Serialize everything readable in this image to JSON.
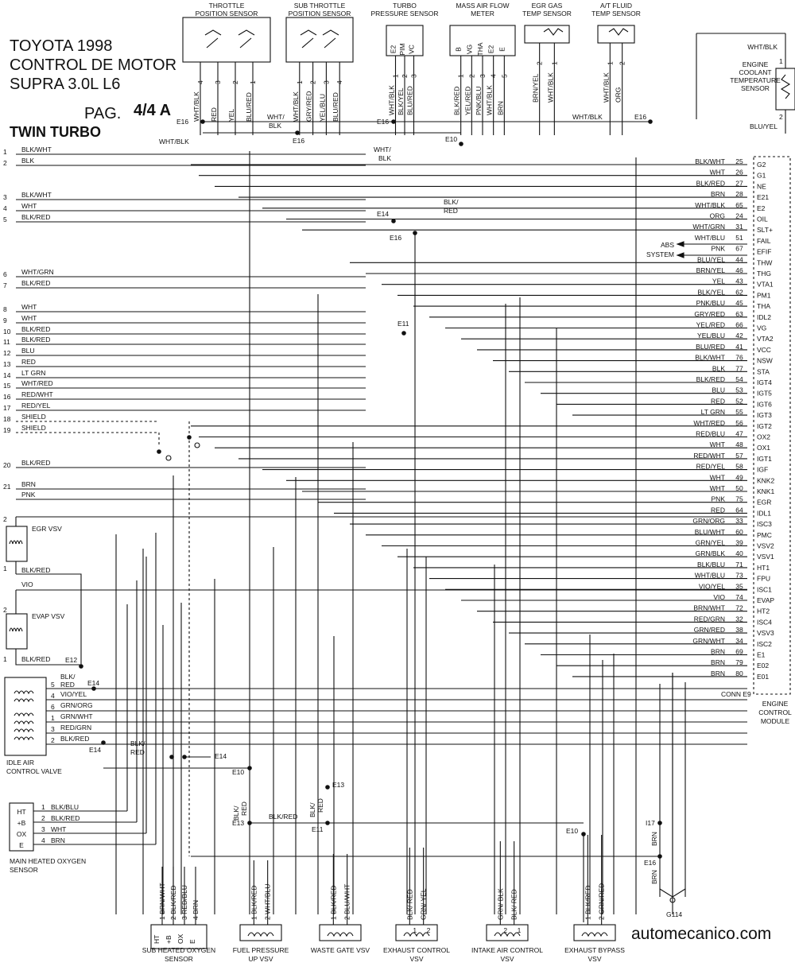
{
  "header": {
    "line1": "TOYOTA 1998",
    "line2": "CONTROL DE MOTOR",
    "line3": "SUPRA 3.0L L6",
    "pag_label": "PAG.",
    "pag_number": "4/4 A",
    "variant": "TWIN TURBO"
  },
  "footer": {
    "brand": "automecanico.com"
  },
  "ecm": {
    "title": [
      "ENGINE",
      "CONTROL",
      "MODULE"
    ],
    "connector": "CONN E9",
    "pins": [
      {
        "wire": "BLK/WHT",
        "num": "25",
        "name": "G2"
      },
      {
        "wire": "WHT",
        "num": "26",
        "name": "G1"
      },
      {
        "wire": "BLK/RED",
        "num": "27",
        "name": "NE"
      },
      {
        "wire": "BRN",
        "num": "28",
        "name": "E21"
      },
      {
        "wire": "WHT/BLK",
        "num": "65",
        "name": "E2"
      },
      {
        "wire": "ORG",
        "num": "24",
        "name": "OIL"
      },
      {
        "wire": "WHT/GRN",
        "num": "31",
        "name": "SLT+"
      },
      {
        "wire": "WHT/BLU",
        "num": "51",
        "name": "FAIL"
      },
      {
        "wire": "PNK",
        "num": "67",
        "name": "EFIF"
      },
      {
        "wire": "BLU/YEL",
        "num": "44",
        "name": "THW"
      },
      {
        "wire": "BRN/YEL",
        "num": "46",
        "name": "THG"
      },
      {
        "wire": "YEL",
        "num": "43",
        "name": "VTA1"
      },
      {
        "wire": "BLK/YEL",
        "num": "62",
        "name": "PM1"
      },
      {
        "wire": "PNK/BLU",
        "num": "45",
        "name": "THA"
      },
      {
        "wire": "GRY/RED",
        "num": "63",
        "name": "IDL2"
      },
      {
        "wire": "YEL/RED",
        "num": "66",
        "name": "VG"
      },
      {
        "wire": "YEL/BLU",
        "num": "42",
        "name": "VTA2"
      },
      {
        "wire": "BLU/RED",
        "num": "41",
        "name": "VCC"
      },
      {
        "wire": "BLK/WHT",
        "num": "76",
        "name": "NSW"
      },
      {
        "wire": "BLK",
        "num": "77",
        "name": "STA"
      },
      {
        "wire": "BLK/RED",
        "num": "54",
        "name": "IGT4"
      },
      {
        "wire": "BLU",
        "num": "53",
        "name": "IGT5"
      },
      {
        "wire": "RED",
        "num": "52",
        "name": "IGT6"
      },
      {
        "wire": "LT GRN",
        "num": "55",
        "name": "IGT3"
      },
      {
        "wire": "WHT/RED",
        "num": "56",
        "name": "IGT2"
      },
      {
        "wire": "RED/BLU",
        "num": "47",
        "name": "OX2"
      },
      {
        "wire": "WHT",
        "num": "48",
        "name": "OX1"
      },
      {
        "wire": "RED/WHT",
        "num": "57",
        "name": "IGT1"
      },
      {
        "wire": "RED/YEL",
        "num": "58",
        "name": "IGF"
      },
      {
        "wire": "WHT",
        "num": "49",
        "name": "KNK2"
      },
      {
        "wire": "WHT",
        "num": "50",
        "name": "KNK1"
      },
      {
        "wire": "PNK",
        "num": "75",
        "name": "EGR"
      },
      {
        "wire": "RED",
        "num": "64",
        "name": "IDL1"
      },
      {
        "wire": "GRN/ORG",
        "num": "33",
        "name": "ISC3"
      },
      {
        "wire": "BLU/WHT",
        "num": "60",
        "name": "PMC"
      },
      {
        "wire": "GRN/YEL",
        "num": "39",
        "name": "VSV2"
      },
      {
        "wire": "GRN/BLK",
        "num": "40",
        "name": "VSV1"
      },
      {
        "wire": "BLK/BLU",
        "num": "71",
        "name": "HT1"
      },
      {
        "wire": "WHT/BLU",
        "num": "73",
        "name": "FPU"
      },
      {
        "wire": "VIO/YEL",
        "num": "35",
        "name": "ISC1"
      },
      {
        "wire": "VIO",
        "num": "74",
        "name": "EVAP"
      },
      {
        "wire": "BRN/WHT",
        "num": "72",
        "name": "HT2"
      },
      {
        "wire": "RED/GRN",
        "num": "32",
        "name": "ISC4"
      },
      {
        "wire": "GRN/RED",
        "num": "38",
        "name": "VSV3"
      },
      {
        "wire": "GRN/WHT",
        "num": "34",
        "name": "ISC2"
      },
      {
        "wire": "BRN",
        "num": "69",
        "name": "E1"
      },
      {
        "wire": "BRN",
        "num": "79",
        "name": "E02"
      },
      {
        "wire": "BRN",
        "num": "80",
        "name": "E01"
      }
    ],
    "abs_label": [
      "ABS",
      "SYSTEM"
    ]
  },
  "left_wires": [
    {
      "num": "1",
      "label": "BLK/WHT"
    },
    {
      "num": "2",
      "label": "BLK"
    },
    {
      "num": "3",
      "label": "BLK/WHT"
    },
    {
      "num": "4",
      "label": "WHT"
    },
    {
      "num": "5",
      "label": "BLK/RED"
    },
    {
      "num": "6",
      "label": "WHT/GRN"
    },
    {
      "num": "7",
      "label": "BLK/RED"
    },
    {
      "num": "8",
      "label": "WHT"
    },
    {
      "num": "9",
      "label": "WHT"
    },
    {
      "num": "10",
      "label": "BLK/RED"
    },
    {
      "num": "11",
      "label": "BLK/RED"
    },
    {
      "num": "12",
      "label": "BLU"
    },
    {
      "num": "13",
      "label": "RED"
    },
    {
      "num": "14",
      "label": "LT GRN"
    },
    {
      "num": "15",
      "label": "WHT/RED"
    },
    {
      "num": "16",
      "label": "RED/WHT"
    },
    {
      "num": "17",
      "label": "RED/YEL"
    },
    {
      "num": "18",
      "label": "SHIELD"
    },
    {
      "num": "19",
      "label": "SHIELD"
    },
    {
      "num": "20",
      "label": "BLK/RED"
    },
    {
      "num": "21",
      "label": "BRN"
    },
    {
      "num": "",
      "label": "PNK"
    }
  ],
  "sensors_top": [
    {
      "title": [
        "THROTTLE",
        "POSITION SENSOR"
      ],
      "pins": [
        {
          "w": "WHT/BLK",
          "n": "4"
        },
        {
          "w": "RED",
          "n": "3"
        },
        {
          "w": "YEL",
          "n": "2"
        },
        {
          "w": "BLU/RED",
          "n": "1"
        }
      ]
    },
    {
      "title": [
        "SUB THROTTLE",
        "POSITION SENSOR"
      ],
      "pins": [
        {
          "w": "WHT/BLK",
          "n": "1"
        },
        {
          "w": "GRY/RED",
          "n": "2"
        },
        {
          "w": "YEL/BLU",
          "n": "3"
        },
        {
          "w": "BLU/RED",
          "n": "4"
        }
      ]
    },
    {
      "title": [
        "TURBO",
        "PRESSURE SENSOR"
      ],
      "terms": [
        "E2",
        "PIM",
        "VC"
      ],
      "pins": [
        {
          "w": "WHT/BLK",
          "n": "1"
        },
        {
          "w": "BLK/YEL",
          "n": "2"
        },
        {
          "w": "BLU/RED",
          "n": "3"
        }
      ]
    },
    {
      "title": [
        "MASS AIR FLOW",
        "METER"
      ],
      "terms": [
        "B",
        "VG",
        "THA",
        "E2",
        "E"
      ],
      "pins": [
        {
          "w": "BLK/RED",
          "n": "1"
        },
        {
          "w": "YEL/RED",
          "n": "2"
        },
        {
          "w": "PNK/BLU",
          "n": "3"
        },
        {
          "w": "WHT/BLK",
          "n": "4"
        },
        {
          "w": "BRN",
          "n": "5"
        }
      ]
    },
    {
      "title": [
        "EGR GAS",
        "TEMP SENSOR"
      ],
      "pins": [
        {
          "w": "BRN/YEL",
          "n": "2"
        },
        {
          "w": "WHT/BLK",
          "n": "1"
        }
      ]
    },
    {
      "title": [
        "A/T FLUID",
        "TEMP SENSOR"
      ],
      "pins": [
        {
          "w": "WHT/BLK",
          "n": "1"
        },
        {
          "w": "ORG",
          "n": "2"
        }
      ]
    }
  ],
  "coolant_sensor": {
    "title": [
      "ENGINE",
      "COOLANT",
      "TEMPERATURE",
      "SENSOR"
    ],
    "wire_top": "WHT/BLK",
    "wire_bottom": "BLU/YEL",
    "pin_top": "1",
    "pin_bottom": "2"
  },
  "left_components": {
    "egr_vsv": "EGR VSV",
    "evap_vsv": "EVAP VSV",
    "egr_pins": [
      "2",
      "1"
    ],
    "evap_pins": [
      "2",
      "1"
    ],
    "evap_wires": [
      "BLK/RED",
      "VIO",
      "BLK/RED"
    ],
    "iacv": {
      "title": [
        "IDLE AIR",
        "CONTROL VALVE"
      ],
      "pins": [
        {
          "n": "5",
          "w": [
            "BLK/",
            "RED"
          ]
        },
        {
          "n": "4",
          "w": "VIO/YEL"
        },
        {
          "n": "6",
          "w": "GRN/ORG"
        },
        {
          "n": "1",
          "w": "GRN/WHT"
        },
        {
          "n": "3",
          "w": "RED/GRN"
        },
        {
          "n": "2",
          "w": "BLK/RED"
        }
      ]
    },
    "main_o2": {
      "title": [
        "MAIN HEATED OXYGEN",
        "SENSOR"
      ],
      "terms": [
        "HT",
        "+B",
        "OX",
        "E"
      ],
      "pins": [
        {
          "n": "1",
          "w": "BLK/BLU"
        },
        {
          "n": "2",
          "w": "BLK/RED"
        },
        {
          "n": "3",
          "w": "WHT"
        },
        {
          "n": "4",
          "w": "BRN"
        }
      ]
    }
  },
  "bottom_components": [
    {
      "title": [
        "SUB HEATED OXYGEN",
        "SENSOR"
      ],
      "terms": [
        "HT",
        "+B",
        "OX",
        "E"
      ],
      "pins": [
        "1 BRN/WHT",
        "2 BLK/RED",
        "3 RED/BLU",
        "4 BRN"
      ]
    },
    {
      "title": [
        "FUEL PRESSURE",
        "UP VSV"
      ],
      "pins": [
        "1 BLK/RED",
        "2 WHT/BLU"
      ]
    },
    {
      "title": [
        "WASTE GATE VSV"
      ],
      "pins": [
        "1 BLK/RED",
        "2 BLU/WHT"
      ]
    },
    {
      "title": [
        "EXHAUST CONTROL",
        "VSV"
      ],
      "pins": [
        "BLK/ RED",
        "GRN/ YEL"
      ],
      "pin_nums": [
        "1",
        "2"
      ]
    },
    {
      "title": [
        "INTAKE AIR CONTROL",
        "VSV"
      ],
      "pins": [
        "GRN/ BLK",
        "BLK/ RED"
      ],
      "pin_nums": [
        "2",
        "1"
      ]
    },
    {
      "title": [
        "EXHAUST BYPASS",
        "VSV"
      ],
      "pins": [
        "1 BLK/RED",
        "2 GRN/RED"
      ]
    }
  ],
  "splices": {
    "E16": "E16",
    "E14": "E14",
    "E10": "E10",
    "E11": "E11",
    "E12": "E12",
    "E13": "E13",
    "I17": "I17",
    "G114": "G114"
  },
  "misc_labels": {
    "wht_blk": "WHT/BLK",
    "wht_slash": "WHT/",
    "blk": "BLK",
    "blk_slash": "BLK/",
    "red": "RED",
    "brn": "BRN",
    "blk_red": "BLK/RED"
  }
}
